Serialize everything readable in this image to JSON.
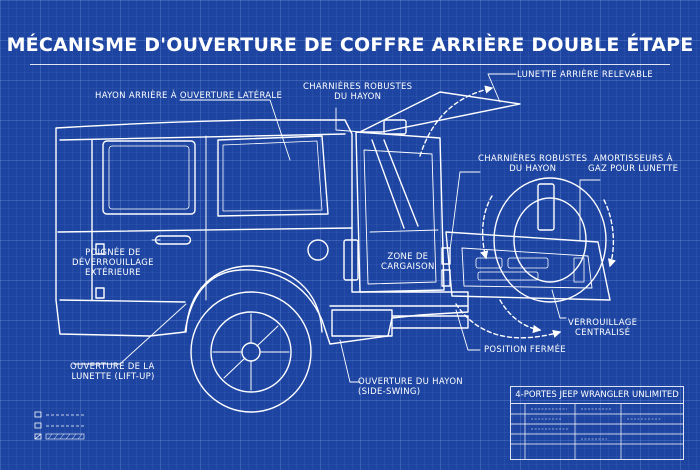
{
  "title": "MÉCANISME D'OUVERTURE DE COFFRE ARRIÈRE DOUBLE ÉTAPE",
  "labels": {
    "hayon_lateral": "HAYON ARRIÈRE À OUVERTURE LATÉRALE",
    "charnieres_haut": [
      "CHARNIÈRES ROBUSTES",
      "DU HAYON"
    ],
    "lunette_relevable": "LUNETTE ARRIÈRE RELEVABLE",
    "charnieres_droite": [
      "CHARNIÈRES ROBUSTES",
      "DU HAYON"
    ],
    "amortisseurs": [
      "AMORTISSEURS À",
      "GAZ POUR LUNETTE"
    ],
    "poignee": [
      "POIGNÉE DE",
      "DÉVERROUILLAGE",
      "EXTÉRIEURE"
    ],
    "zone_cargaison": [
      "ZONE DE",
      "CARGAISON"
    ],
    "verrouillage": [
      "VERROUILLAGE",
      "CENTRALISÉ"
    ],
    "position_fermee": "POSITION FERMÉE",
    "ouverture_lunette": [
      "OUVERTURE DE LA",
      "LUNETTE (LIFT-UP)"
    ],
    "ouverture_hayon": [
      "OUVERTURE DU HAYON",
      "(SIDE-SWING)"
    ]
  },
  "titleblock": {
    "heading": "4-PORTES JEEP WRANGLER UNLIMITED"
  },
  "colors": {
    "background": "#1c44a0",
    "line": "#ffffff",
    "grid": "#a0beff"
  }
}
